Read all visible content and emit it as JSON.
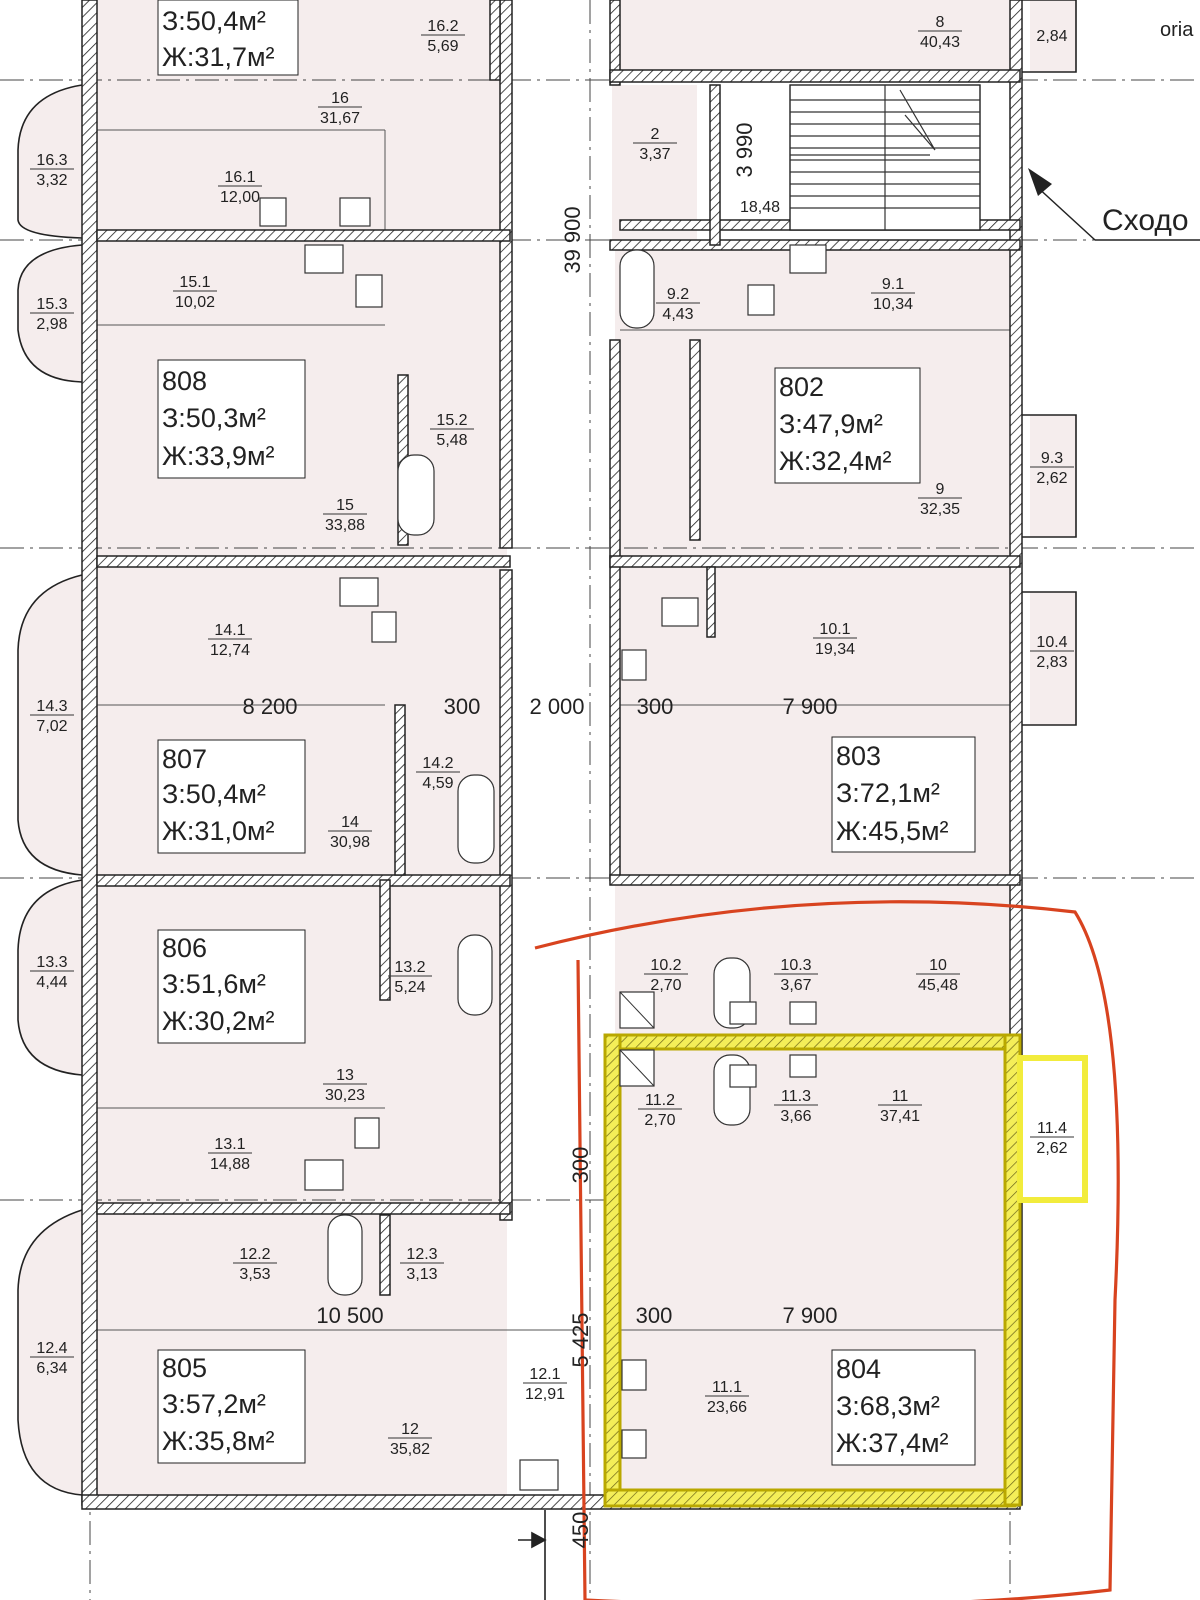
{
  "apartments": {
    "top_partial": {
      "area": "З:50,4м²",
      "living": "Ж:31,7м²"
    },
    "a808": {
      "number": "808",
      "area": "З:50,3м²",
      "living": "Ж:33,9м²"
    },
    "a807": {
      "number": "807",
      "area": "З:50,4м²",
      "living": "Ж:31,0м²"
    },
    "a806": {
      "number": "806",
      "area": "З:51,6м²",
      "living": "Ж:30,2м²"
    },
    "a805": {
      "number": "805",
      "area": "З:57,2м²",
      "living": "Ж:35,8м²"
    },
    "a802": {
      "number": "802",
      "area": "З:47,9м²",
      "living": "Ж:32,4м²"
    },
    "a803": {
      "number": "803",
      "area": "З:72,1м²",
      "living": "Ж:45,5м²"
    },
    "a804": {
      "number": "804",
      "area": "З:68,3м²",
      "living": "Ж:37,4м²"
    }
  },
  "rooms": {
    "r16_2": [
      "16.2",
      "5,69"
    ],
    "r8": [
      "8",
      "40,43"
    ],
    "r2_84": [
      "",
      "2,84"
    ],
    "r16": [
      "16",
      "31,67"
    ],
    "r16_3": [
      "16.3",
      "3,32"
    ],
    "r16_1": [
      "16.1",
      "12,00"
    ],
    "r2": [
      "2",
      "3,37"
    ],
    "r1": [
      "",
      "18,48"
    ],
    "r15_1": [
      "15.1",
      "10,02"
    ],
    "r15_3": [
      "15.3",
      "2,98"
    ],
    "r9_2": [
      "9.2",
      "4,43"
    ],
    "r9_1": [
      "9.1",
      "10,34"
    ],
    "r15_2": [
      "15.2",
      "5,48"
    ],
    "r15": [
      "15",
      "33,88"
    ],
    "r9_3": [
      "9.3",
      "2,62"
    ],
    "r9": [
      "9",
      "32,35"
    ],
    "r14_1": [
      "14.1",
      "12,74"
    ],
    "r10_1": [
      "10.1",
      "19,34"
    ],
    "r10_4": [
      "10.4",
      "2,83"
    ],
    "r14_3": [
      "14.3",
      "7,02"
    ],
    "r14_2": [
      "14.2",
      "4,59"
    ],
    "r14": [
      "14",
      "30,98"
    ],
    "r13_3": [
      "13.3",
      "4,44"
    ],
    "r13_2": [
      "13.2",
      "5,24"
    ],
    "r10_2": [
      "10.2",
      "2,70"
    ],
    "r10_3": [
      "10.3",
      "3,67"
    ],
    "r10": [
      "10",
      "45,48"
    ],
    "r11_2": [
      "11.2",
      "2,70"
    ],
    "r11_3": [
      "11.3",
      "3,66"
    ],
    "r11": [
      "11",
      "37,41"
    ],
    "r11_4": [
      "11.4",
      "2,62"
    ],
    "r13": [
      "13",
      "30,23"
    ],
    "r13_1": [
      "13.1",
      "14,88"
    ],
    "r12_2": [
      "12.2",
      "3,53"
    ],
    "r12_3": [
      "12.3",
      "3,13"
    ],
    "r12_4": [
      "12.4",
      "6,34"
    ],
    "r12_1": [
      "12.1",
      "12,91"
    ],
    "r12": [
      "12",
      "35,82"
    ],
    "r11_1": [
      "11.1",
      "23,66"
    ]
  },
  "dimensions": {
    "d39900": "39 900",
    "d3990": "3 990",
    "d8200": "8 200",
    "d300a": "300",
    "d2000": "2 000",
    "d300b": "300",
    "d7900a": "7 900",
    "d300c": "300",
    "d10500": "10 500",
    "d5425": "5 425",
    "d300d": "300",
    "d7900b": "7 900",
    "d450": "450"
  },
  "annotations": {
    "stairs_label": "Сходо",
    "watermark": "oria"
  },
  "colors": {
    "room_fill": "#f5eded",
    "wall": "#222222",
    "highlight_outline": "#d8431f",
    "highlight_wall": "#f2ec3c"
  }
}
